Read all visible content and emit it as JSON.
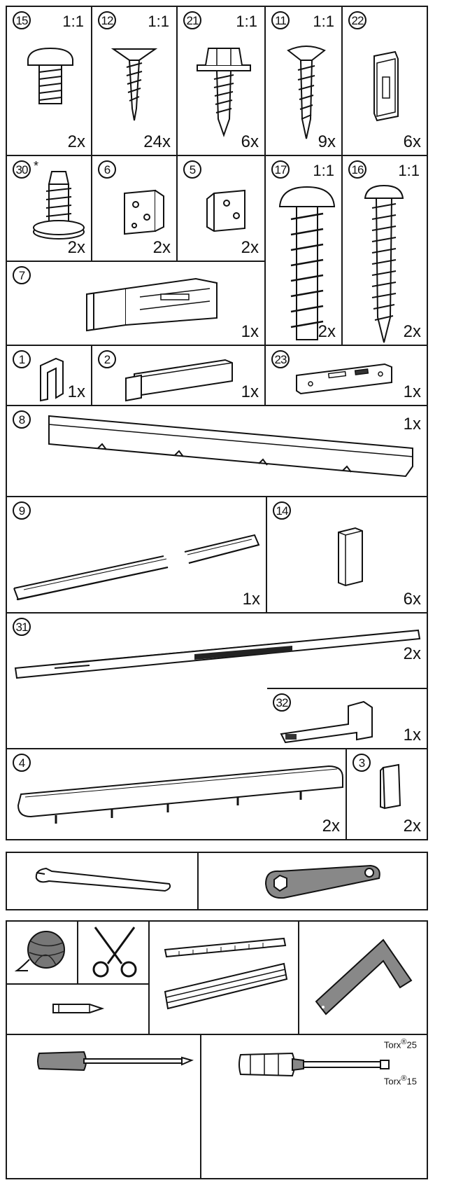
{
  "parts": [
    {
      "id": "p15",
      "num": "15",
      "ratio": "1:1",
      "qty": "2x"
    },
    {
      "id": "p12",
      "num": "12",
      "ratio": "1:1",
      "qty": "24x"
    },
    {
      "id": "p21",
      "num": "21",
      "ratio": "1:1",
      "qty": "6x"
    },
    {
      "id": "p11",
      "num": "11",
      "ratio": "1:1",
      "qty": "9x"
    },
    {
      "id": "p22",
      "num": "22",
      "qty": "6x"
    },
    {
      "id": "p30",
      "num": "30",
      "star": "*",
      "qty": "2x"
    },
    {
      "id": "p6",
      "num": "6",
      "qty": "2x"
    },
    {
      "id": "p5",
      "num": "5",
      "qty": "2x"
    },
    {
      "id": "p17",
      "num": "17",
      "ratio": "1:1",
      "qty": "2x"
    },
    {
      "id": "p16",
      "num": "16",
      "ratio": "1:1",
      "qty": "2x"
    },
    {
      "id": "p7",
      "num": "7",
      "qty": "1x"
    },
    {
      "id": "p1",
      "num": "1",
      "qty": "1x"
    },
    {
      "id": "p2",
      "num": "2",
      "qty": "1x"
    },
    {
      "id": "p23",
      "num": "23",
      "qty": "1x"
    },
    {
      "id": "p8",
      "num": "8",
      "qty": "1x"
    },
    {
      "id": "p9",
      "num": "9",
      "qty": "1x"
    },
    {
      "id": "p14",
      "num": "14",
      "qty": "6x"
    },
    {
      "id": "p31",
      "num": "31",
      "qty": "2x"
    },
    {
      "id": "p32",
      "num": "32",
      "qty": "1x"
    },
    {
      "id": "p4",
      "num": "4",
      "qty": "2x"
    },
    {
      "id": "p3",
      "num": "3",
      "qty": "2x"
    }
  ],
  "tools": {
    "torx_label": "Torx",
    "reg": "®",
    "torx_a_size": "25",
    "torx_b_size": "15",
    "items": [
      "wrench-icon",
      "hex-spanner-icon",
      "string-ball-icon",
      "scissors-icon",
      "folding-ruler-icon",
      "angle-square-icon",
      "pencil-icon",
      "flat-screwdriver-icon",
      "torx-screwdriver-icon"
    ]
  }
}
